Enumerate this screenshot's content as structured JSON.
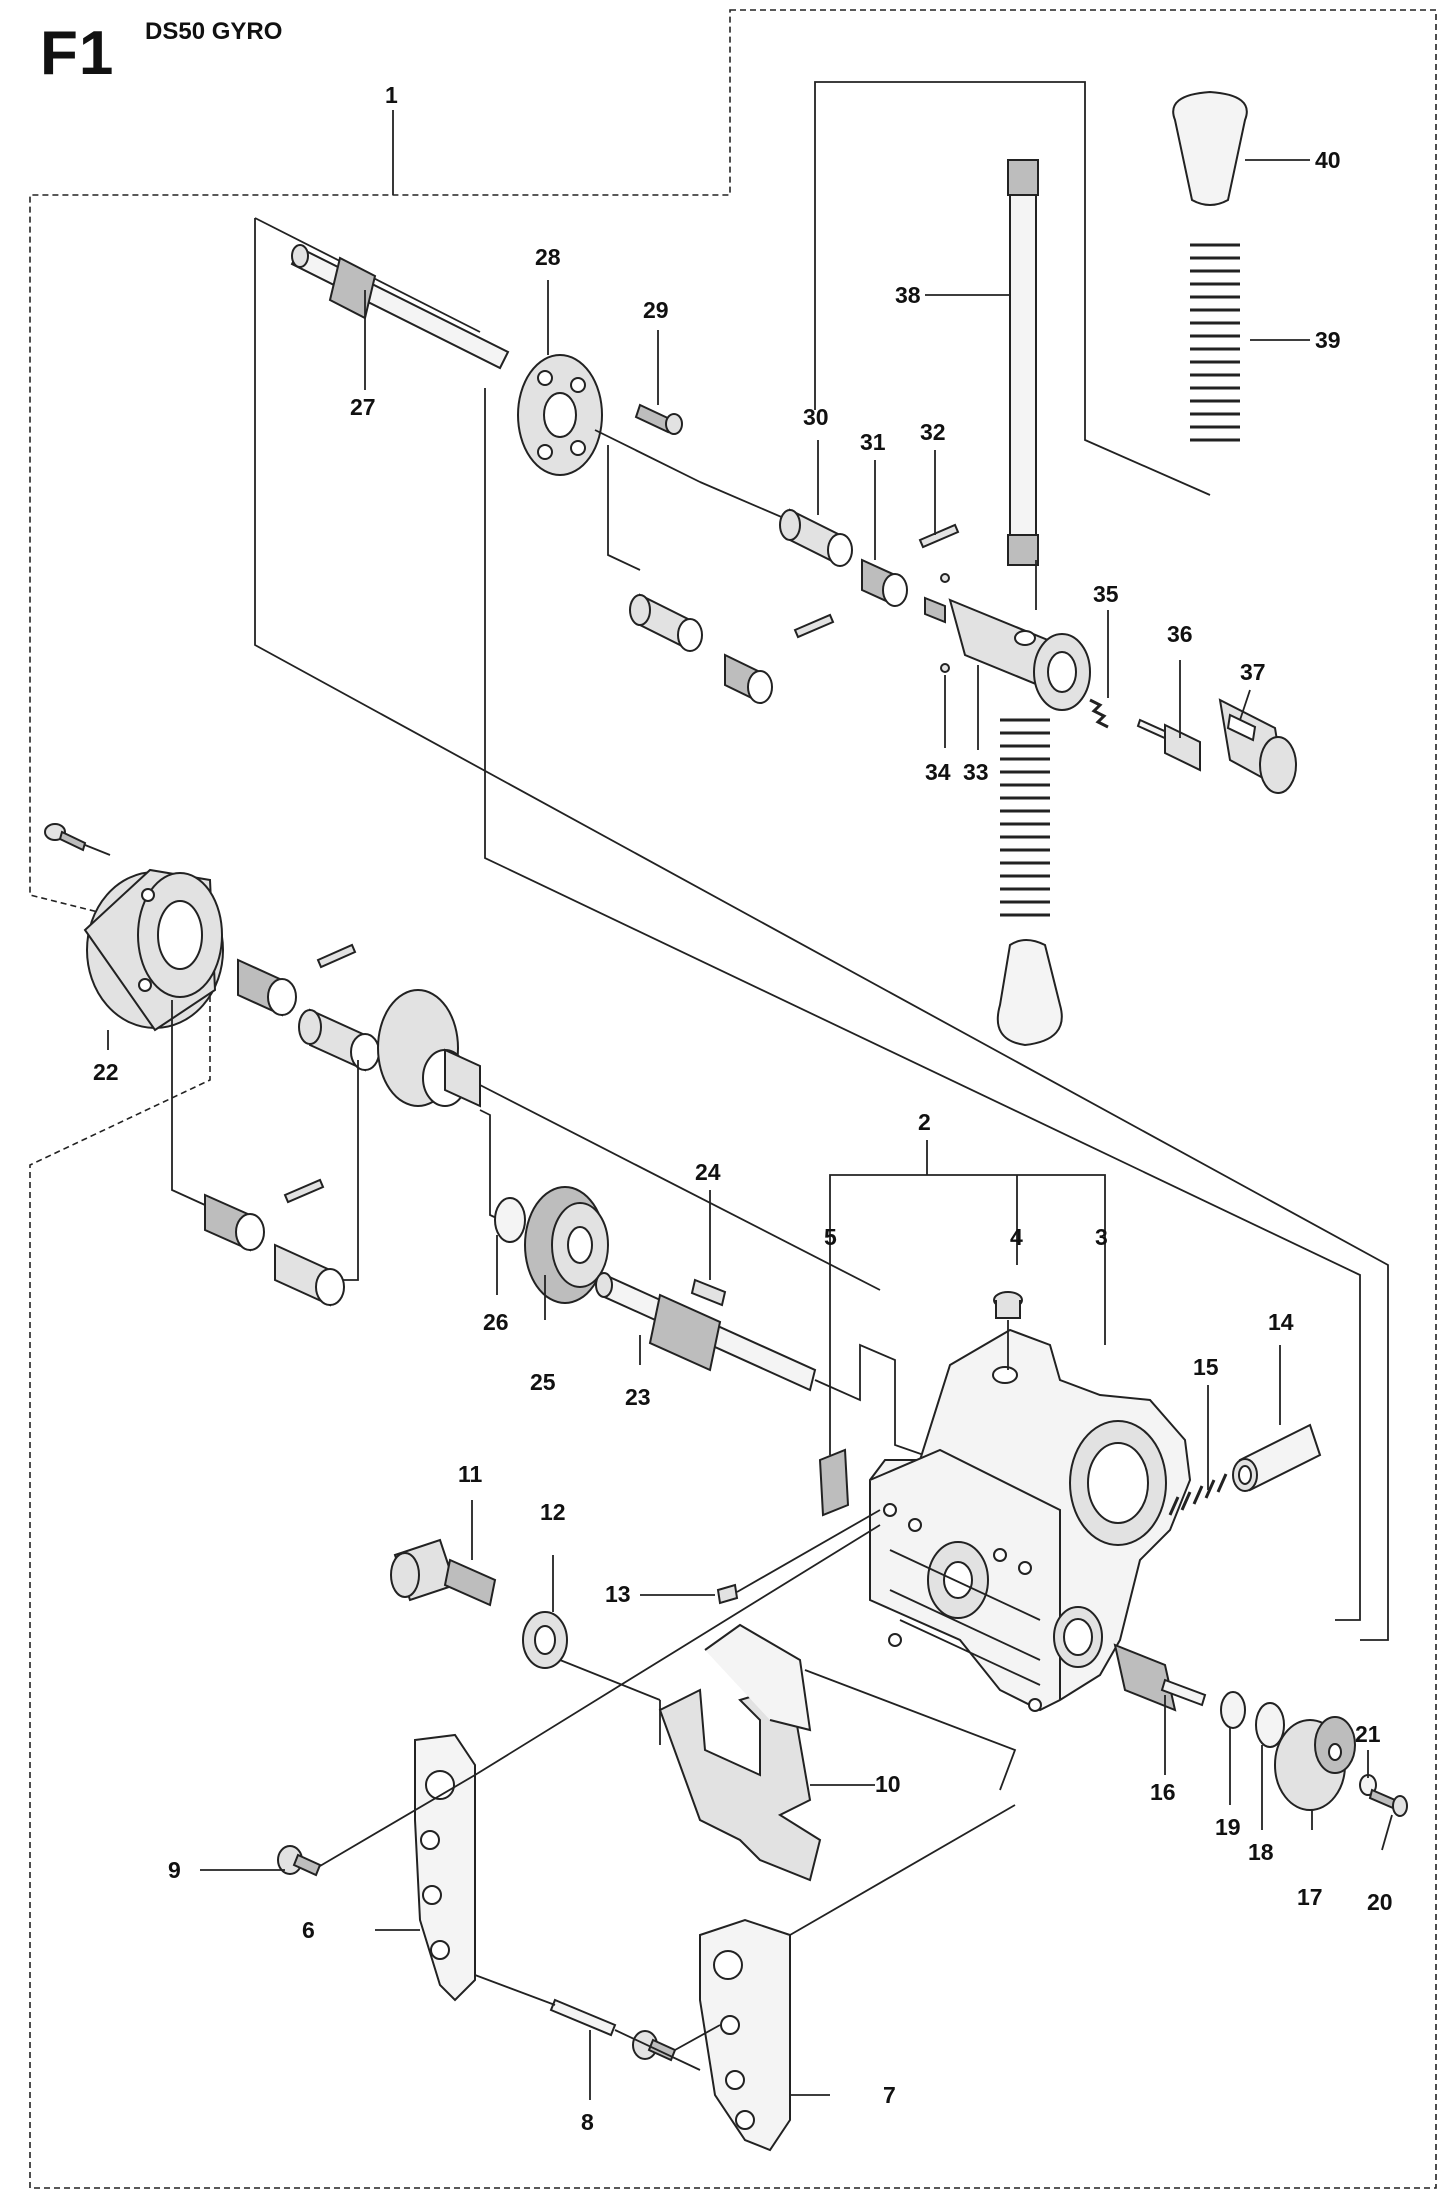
{
  "header": {
    "figure_code": "F1",
    "model": "DS50 GYRO"
  },
  "callouts": [
    "1",
    "2",
    "3",
    "4",
    "5",
    "6",
    "7",
    "8",
    "9",
    "10",
    "11",
    "12",
    "13",
    "14",
    "15",
    "16",
    "17",
    "18",
    "19",
    "20",
    "21",
    "22",
    "23",
    "24",
    "25",
    "26",
    "27",
    "28",
    "29",
    "30",
    "31",
    "32",
    "33",
    "34",
    "35",
    "36",
    "37",
    "38",
    "39",
    "40"
  ]
}
